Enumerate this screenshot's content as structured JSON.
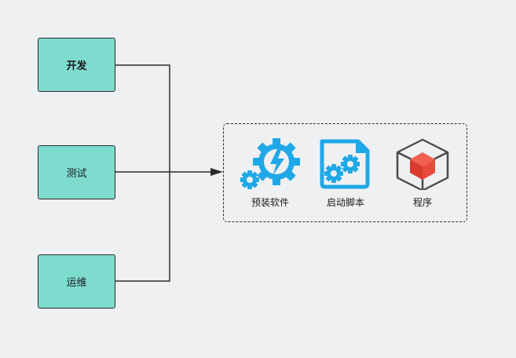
{
  "roles": {
    "dev": "开发",
    "test": "测试",
    "ops": "运维"
  },
  "deploy": {
    "items": [
      {
        "label": "预装软件",
        "icon": "gear-lightning-icon",
        "color": "#1fa8e8"
      },
      {
        "label": "启动脚本",
        "icon": "script-file-gears-icon",
        "color": "#1fa8e8"
      },
      {
        "label": "程序",
        "icon": "cube-icon",
        "color": "#e84a3c"
      }
    ]
  },
  "colors": {
    "role_fill": "#7edccf",
    "background": "#eff0f2",
    "line": "#2b2b2b",
    "icon_blue": "#1fa8e8",
    "cube_red": "#e84a3c"
  }
}
